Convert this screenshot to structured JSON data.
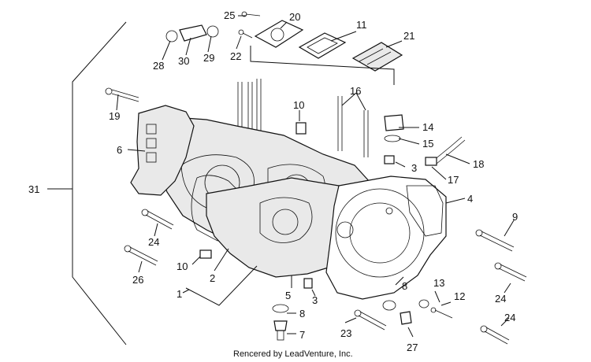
{
  "diagram": {
    "callouts": [
      "25",
      "20",
      "11",
      "21",
      "22",
      "28",
      "30",
      "29",
      "16",
      "10",
      "19",
      "14",
      "15",
      "6",
      "3",
      "18",
      "17",
      "4",
      "31",
      "24",
      "9",
      "10",
      "2",
      "26",
      "8",
      "5",
      "13",
      "12",
      "1",
      "3",
      "24",
      "8",
      "7",
      "23",
      "27",
      "24"
    ],
    "footer": "Rencered by LeadVenture, Inc."
  }
}
